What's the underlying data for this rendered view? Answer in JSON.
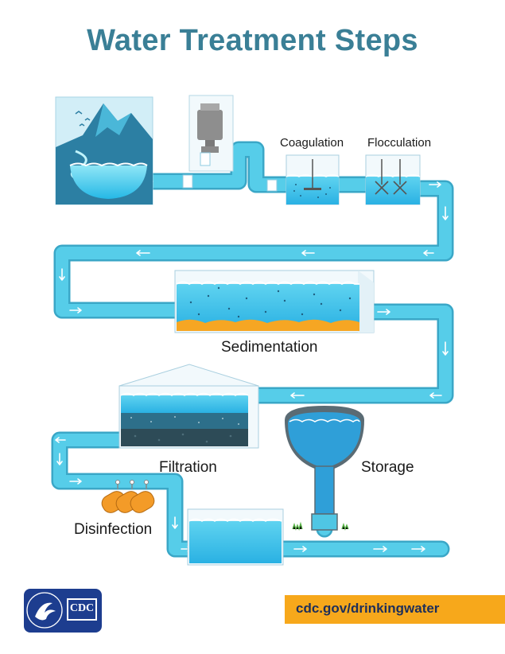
{
  "title": "Water Treatment Steps",
  "stages": {
    "coagulation": "Coagulation",
    "flocculation": "Flocculation",
    "sedimentation": "Sedimentation",
    "filtration": "Filtration",
    "storage": "Storage",
    "disinfection": "Disinfection"
  },
  "footer": {
    "url": "cdc.gov/drinkingwater",
    "logo_text": "CDC"
  },
  "colors": {
    "title": "#3a7f96",
    "pipe": "#4fc6e4",
    "water": "#38b9e4",
    "water_dark": "#2a7fa0",
    "sediment": "#f6a623",
    "footer_bar": "#f7a81b",
    "logo_blue": "#1d3d8f"
  }
}
